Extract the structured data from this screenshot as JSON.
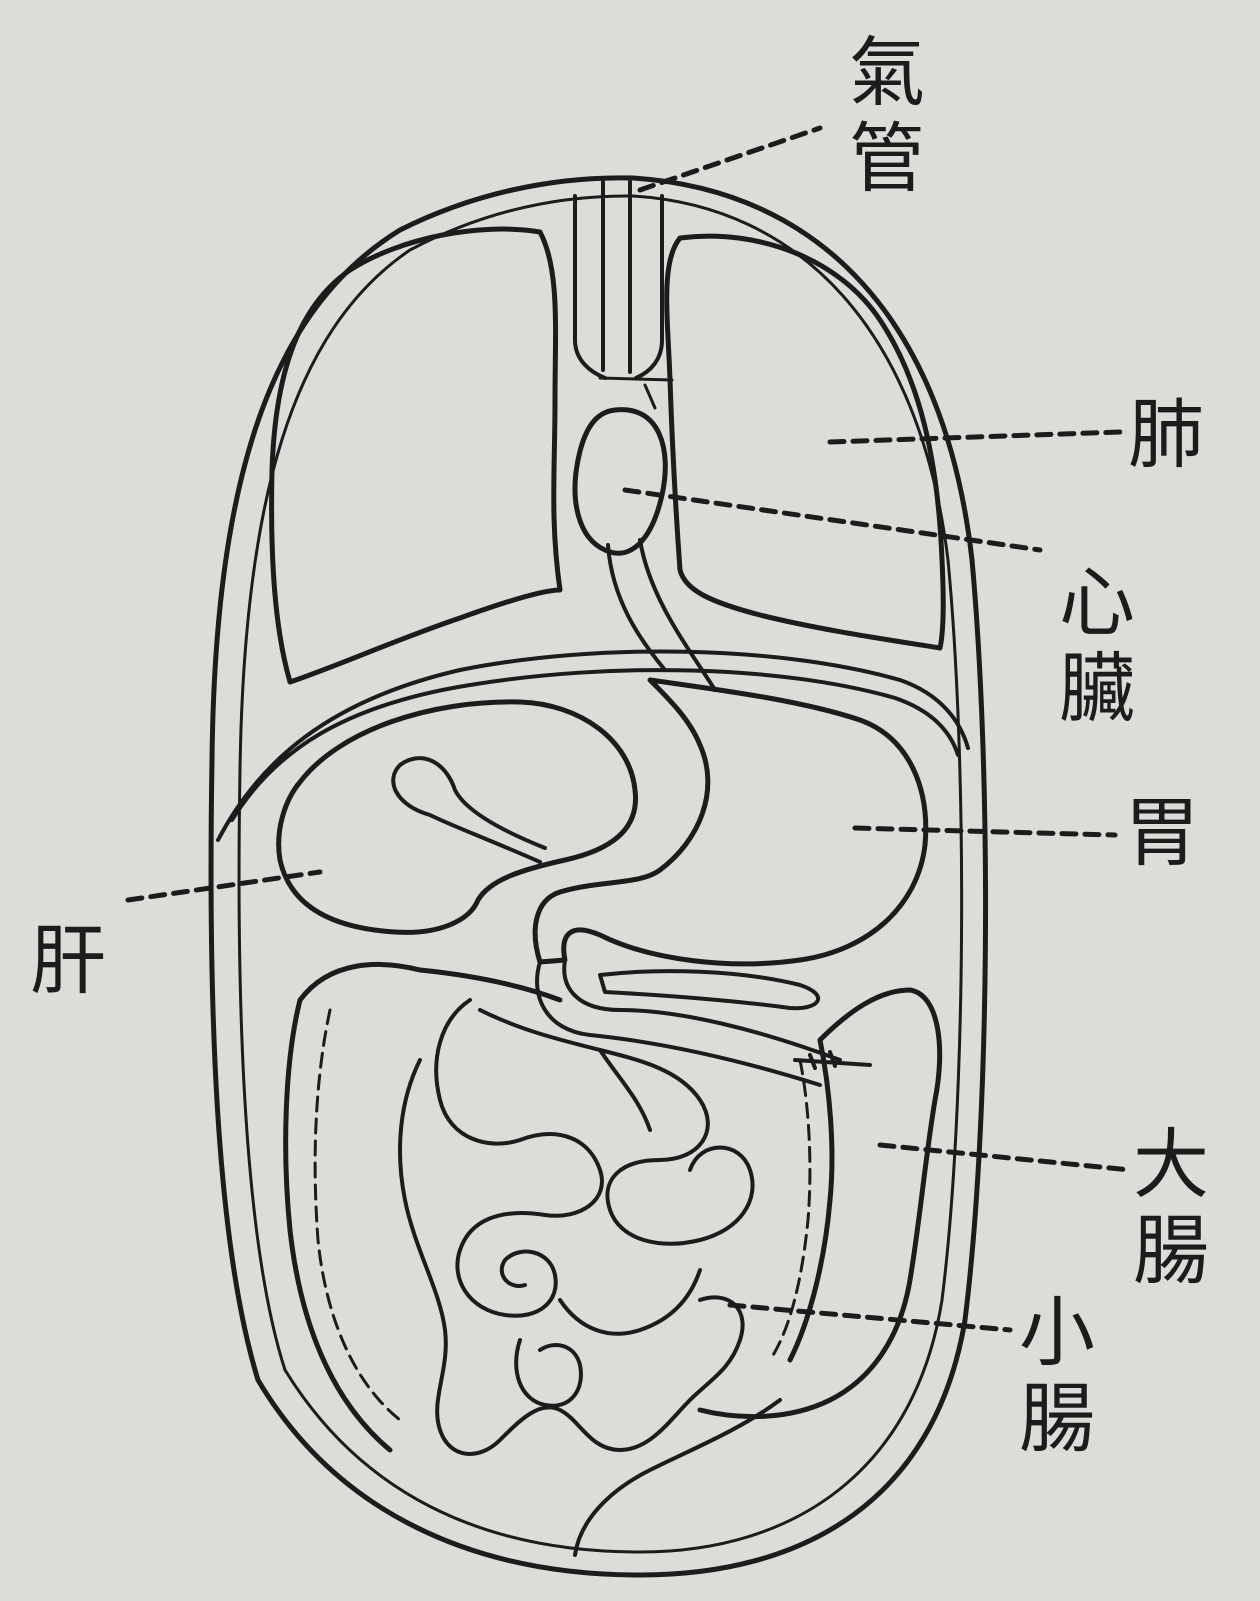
{
  "diagram": {
    "colors": {
      "ink": "#1c1c1c",
      "paper": "#dcdcd8"
    },
    "labels": {
      "trachea": "氣管",
      "lung": "肺",
      "heart": "心臟",
      "stomach": "胃",
      "liver": "肝",
      "large_intestine": "大腸",
      "small_intestine": "小腸"
    }
  }
}
